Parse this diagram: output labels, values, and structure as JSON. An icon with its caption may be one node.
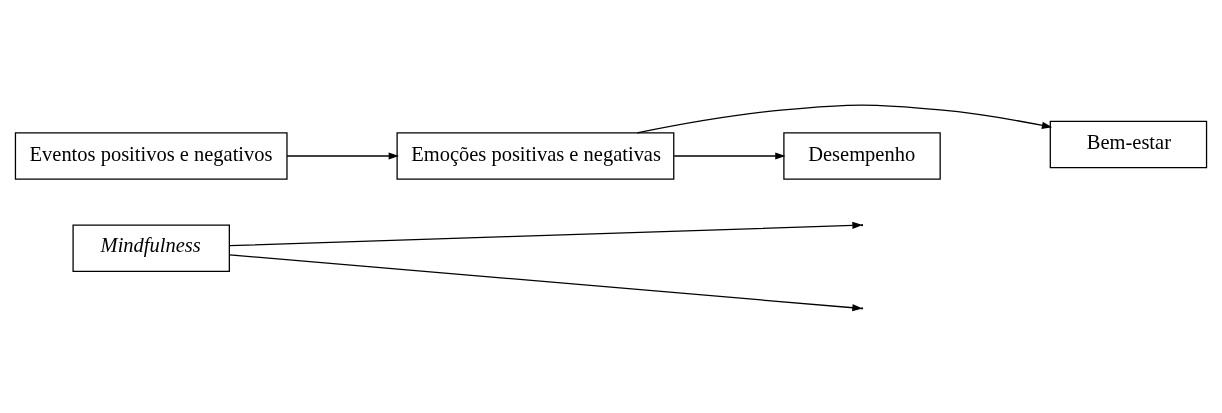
{
  "diagram": {
    "nodes": [
      {
        "text": [
          "Eventos positivos e negativos"
        ]
      },
      {
        "text": [
          "Emoções positivas e negativas"
        ]
      },
      {
        "text": [
          "Mindfulness"
        ]
      },
      {
        "text": [
          "Bem-estar"
        ]
      },
      {
        "text": [
          "Desempenho"
        ]
      }
    ],
    "edges": [
      {
        "from": 0,
        "to": 1,
        "arrow": "to"
      },
      {
        "from": 1,
        "to": 3,
        "arrow": "to"
      },
      {
        "from": 1,
        "to": 4,
        "arrow": "to"
      },
      {
        "from": 2,
        "to": null,
        "arrow": "to"
      },
      {
        "from": 2,
        "to": null,
        "arrow": "to"
      }
    ]
  }
}
